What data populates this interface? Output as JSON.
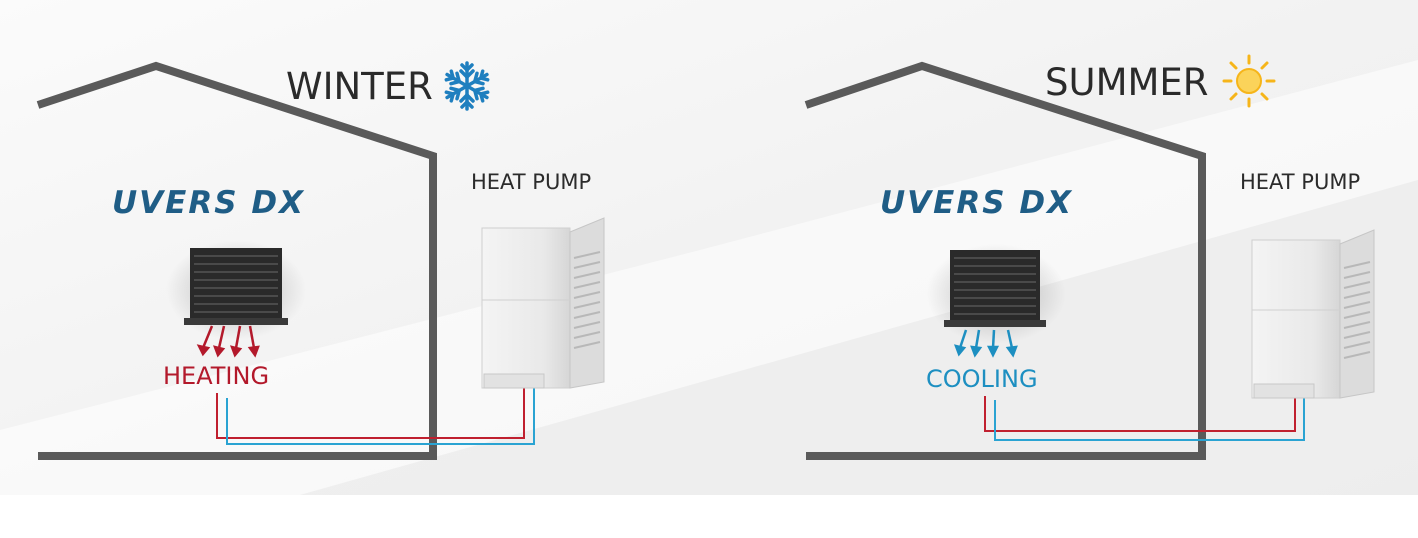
{
  "panels": [
    {
      "season": "WINTER",
      "season_icon": "snowflake-icon",
      "brand": "UVERS DX",
      "pump_label": "HEAT PUMP",
      "mode_label": "HEATING",
      "mode_color": "#b3192b",
      "arrow_direction": "heating-arrows"
    },
    {
      "season": "SUMMER",
      "season_icon": "sun-icon",
      "brand": "UVERS DX",
      "pump_label": "HEAT PUMP",
      "mode_label": "COOLING",
      "mode_color": "#1d8fc1",
      "arrow_direction": "cooling-arrows"
    }
  ],
  "colors": {
    "house_outline": "#5a5a5a",
    "brand_blue": "#1f5d86",
    "pipe_red": "#c0202f",
    "pipe_blue": "#2aa3d2",
    "snowflake": "#1f7fbf",
    "sun": "#f6b51a"
  }
}
